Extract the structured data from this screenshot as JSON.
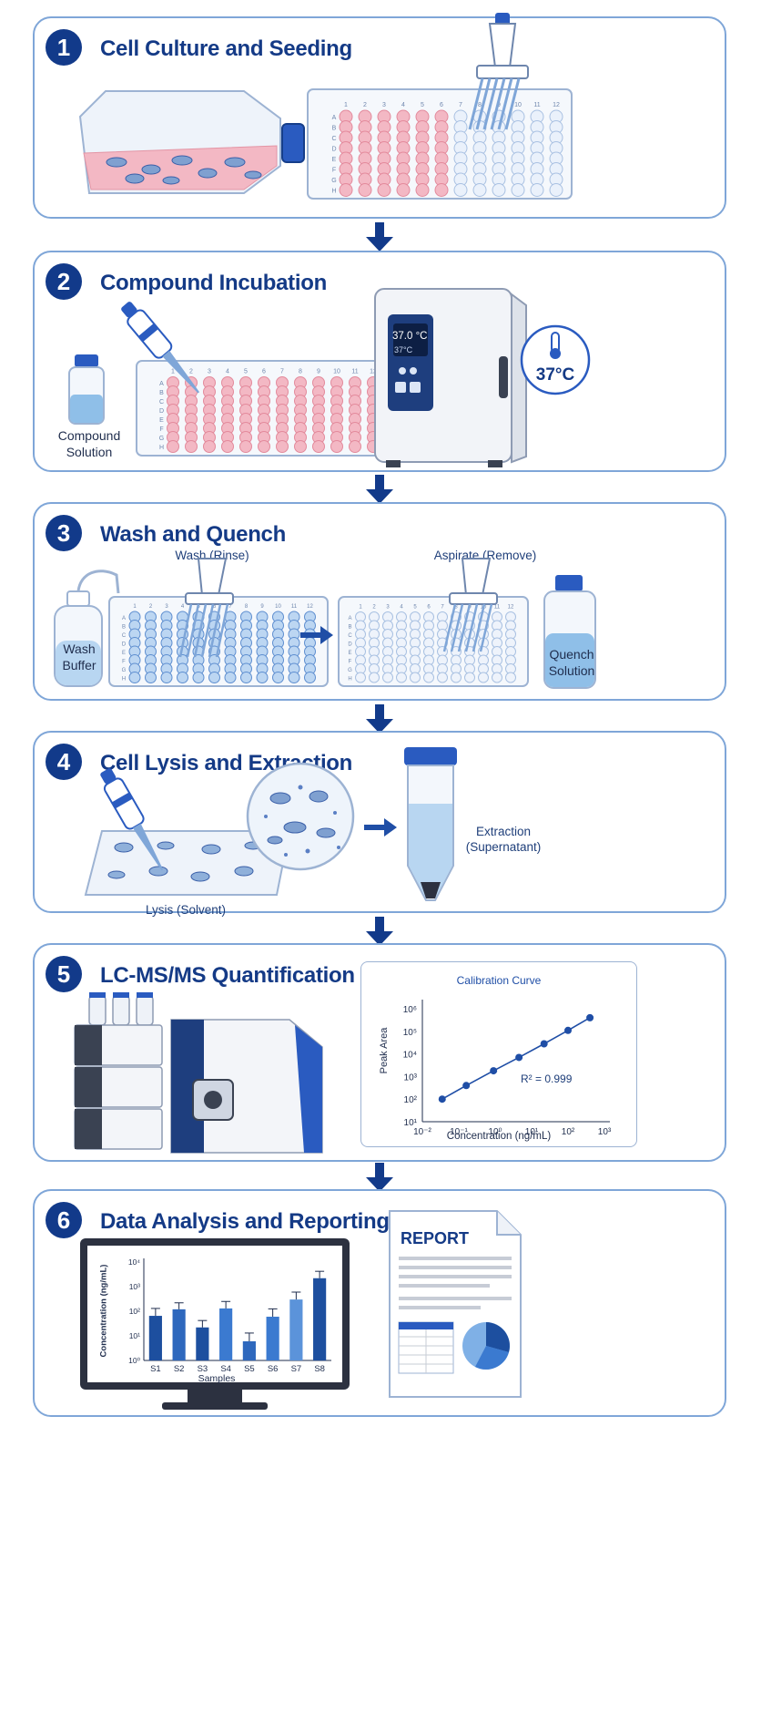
{
  "steps": [
    {
      "number": "1",
      "title": "Cell Culture and Seeding"
    },
    {
      "number": "2",
      "title": "Compound Incubation"
    },
    {
      "number": "3",
      "title": "Wash and Quench"
    },
    {
      "number": "4",
      "title": "Cell Lysis and Extraction"
    },
    {
      "number": "5",
      "title": "LC-MS/MS Quantification"
    },
    {
      "number": "6",
      "title": "Data Analysis and Reporting"
    }
  ],
  "step2": {
    "vial_label": "Compound\nSolution",
    "display_temp": "37.0 °C",
    "display_sub": "37°C",
    "badge_temp": "37°C"
  },
  "step3": {
    "wash_label": "Wash (Rinse)",
    "aspirate_label": "Aspirate (Remove)",
    "wash_bottle": "Wash\nBuffer",
    "quench_bottle": "Quench\nSolution"
  },
  "step4": {
    "lysis_label": "Lysis (Solvent)",
    "extraction_label": "Extraction\n(Supernatant)"
  },
  "plate": {
    "columns": [
      "1",
      "2",
      "3",
      "4",
      "5",
      "6",
      "7",
      "8",
      "9",
      "10",
      "11",
      "12"
    ],
    "rows": [
      "A",
      "B",
      "C",
      "D",
      "E",
      "F",
      "G",
      "H"
    ]
  },
  "chart_data": [
    {
      "type": "line",
      "title": "Calibration Curve",
      "xlabel": "Concentration (ng/mL)",
      "ylabel": "Peak Area",
      "x_scale": "log",
      "y_scale": "log",
      "xlim": [
        0.01,
        1000
      ],
      "ylim": [
        10,
        1000000
      ],
      "x_ticks": [
        "10⁻²",
        "10⁻¹",
        "10⁰",
        "10¹",
        "10²",
        "10³"
      ],
      "y_ticks": [
        "10¹",
        "10²",
        "10³",
        "10⁴",
        "10⁵",
        "10⁶"
      ],
      "x": [
        0.035,
        0.16,
        0.9,
        4.5,
        22,
        100,
        400
      ],
      "y": [
        100,
        400,
        1800,
        7000,
        28000,
        110000,
        400000
      ],
      "annotation": "R² = 0.999",
      "color": "#1f4ea6"
    },
    {
      "type": "bar",
      "xlabel": "Samples",
      "ylabel": "Concentration (ng/mL)",
      "y_scale": "log",
      "ylim": [
        1,
        10000
      ],
      "y_ticks": [
        "10⁰",
        "10¹",
        "10²",
        "10³",
        "10⁴"
      ],
      "categories": [
        "S1",
        "S2",
        "S3",
        "S4",
        "S5",
        "S6",
        "S7",
        "S8"
      ],
      "values": [
        65,
        120,
        22,
        130,
        6,
        60,
        300,
        2200
      ],
      "error_high": [
        130,
        220,
        42,
        250,
        13,
        125,
        600,
        4200
      ],
      "colors": [
        "#1d4f9f",
        "#2e68bd",
        "#1d4f9f",
        "#3b7ad0",
        "#2e68bd",
        "#3b7ad0",
        "#5b93da",
        "#1d4f9f"
      ]
    }
  ],
  "report": {
    "title": "REPORT"
  },
  "colors": {
    "navy": "#123a8a",
    "panel_border": "#7fa6d8",
    "accent_blue": "#2f6fca",
    "pink": "#e88a9a"
  }
}
